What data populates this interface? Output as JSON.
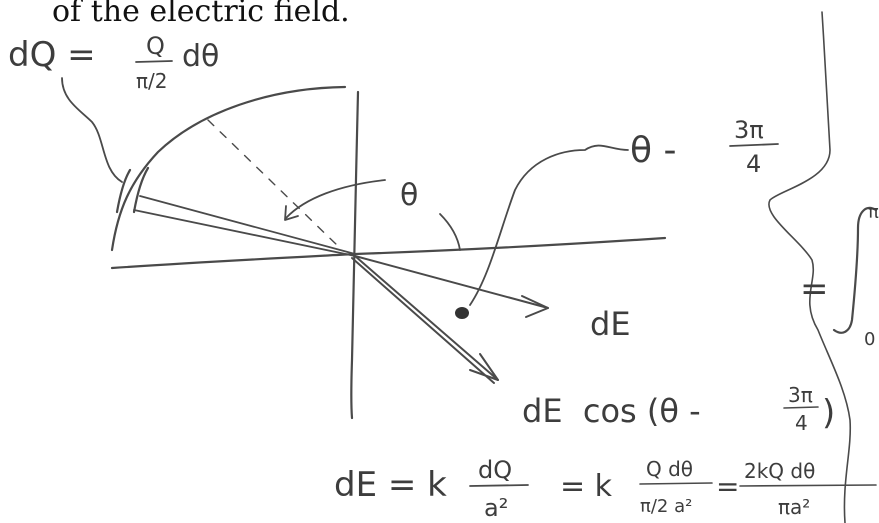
{
  "printed": {
    "text": "of the electric field."
  },
  "annotations": {
    "dq_lhs": "dQ =",
    "dq_num": "Q",
    "dq_den": "π/2",
    "dq_tail": "dθ",
    "angle_label": "θ - ",
    "angle_num": "3π",
    "angle_den": "4",
    "theta": "θ",
    "dE": "dE",
    "dEcos_a": "dE  cos (θ -",
    "dEcos_num": "3π",
    "dEcos_den": "4",
    "dEcos_close": ")",
    "eq1_lhs": "dE = k",
    "eq1_num": "dQ",
    "eq1_den": "a²",
    "eq2_lhs": "= k",
    "eq2_num": "Q dθ",
    "eq2_den": "π/2 a²",
    "eq3_lhs": "=",
    "eq3_num": "2kQ dθ",
    "eq3_den": "πa²",
    "integral_eq": "=",
    "int_lower": "0",
    "int_upper": "π"
  },
  "colors": {
    "ink": "#4a4a4a",
    "print": "#111111",
    "background": "#ffffff"
  }
}
